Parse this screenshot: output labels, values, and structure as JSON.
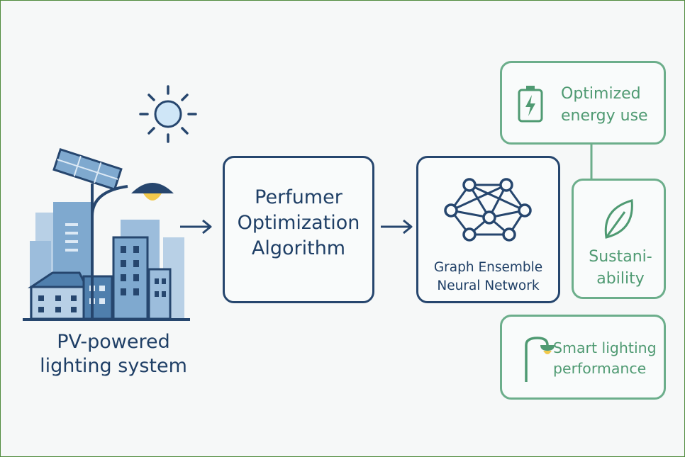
{
  "source": {
    "label": "PV-powered lighting system"
  },
  "algorithm": {
    "label": "Perfumer Optimization Algorithm"
  },
  "network": {
    "label": "Graph Ensemble Neural Network"
  },
  "outcomes": [
    {
      "label": "Optimized energy use",
      "icon": "battery-icon"
    },
    {
      "label": "Sustani-ability",
      "icon": "leaf-icon"
    },
    {
      "label": "Smart lighting performance",
      "icon": "street-lamp-icon"
    }
  ],
  "colors": {
    "navy": "#1f3f66",
    "blue_light": "#7fa9cf",
    "blue_mid": "#4f7fad",
    "green": "#6cae8b",
    "sun_fill": "#cfe6f7",
    "lamp_glow": "#f2c94c"
  }
}
